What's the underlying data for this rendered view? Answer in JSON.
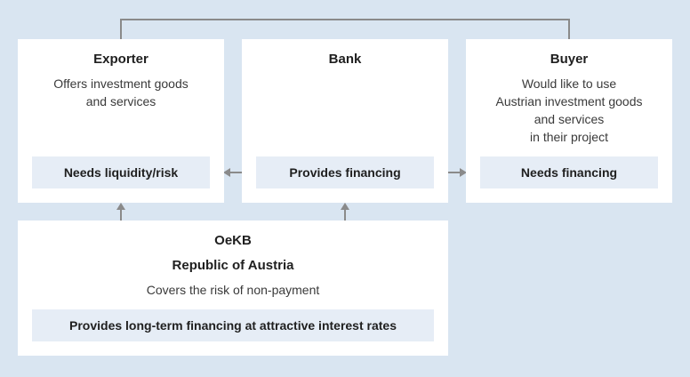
{
  "exporter": {
    "title": "Exporter",
    "description": [
      "Offers investment goods",
      "and services"
    ],
    "need": "Needs liquidity/risk"
  },
  "bank": {
    "title": "Bank",
    "need": "Provides financing"
  },
  "buyer": {
    "title": "Buyer",
    "description": [
      "Would like to use",
      "Austrian investment goods",
      "and services",
      "in their project"
    ],
    "need": "Needs financing"
  },
  "oekb": {
    "title_line1": "OeKB",
    "title_line2": "Republic of Austria",
    "description": "Covers the risk of non-payment",
    "offer": "Provides long-term financing at attractive interest rates"
  },
  "colors": {
    "background": "#d9e5f1",
    "box": "#ffffff",
    "pill": "#e6edf6",
    "connector": "#8a8a8a"
  }
}
